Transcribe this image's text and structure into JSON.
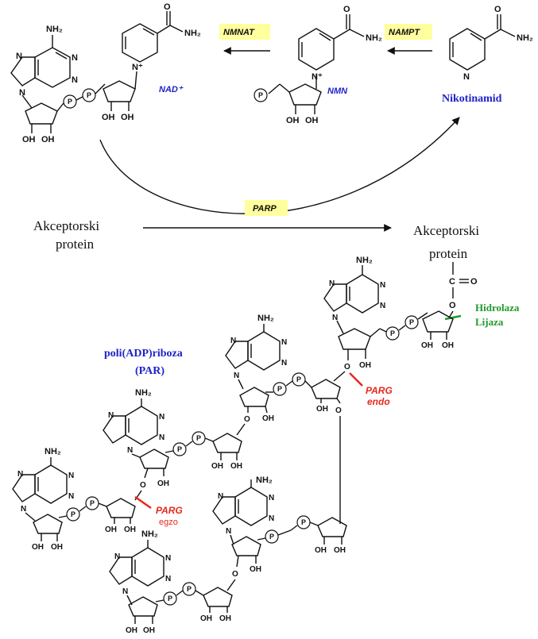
{
  "enzymes": {
    "nmnat": "NMNAT",
    "nampt": "NAMPT",
    "parp": "PARP"
  },
  "molecules": {
    "nad": "NAD⁺",
    "nmn": "NMN",
    "nicotinamide": "Nikotinamid"
  },
  "acceptor": {
    "left_line1": "Akceptorski",
    "left_line2": "protein",
    "right_line1": "Akceptorski",
    "right_line2": "protein"
  },
  "par": {
    "line1": "poli(ADP)riboza",
    "line2": "(PAR)"
  },
  "cleavage": {
    "parg_endo_1": "PARG",
    "parg_endo_2": "endo",
    "parg_exo_1": "PARG",
    "parg_exo_2": "egzo",
    "hydrolase": "Hidrolaza",
    "lyase": "Lijaza"
  },
  "atoms": {
    "nh2": "NH₂",
    "n": "N",
    "o": "O",
    "oh": "OH",
    "p": "P",
    "c": "C",
    "n_plus": "N⁺"
  },
  "colors": {
    "enzyme_bg": "#ffff9e",
    "blue": "#1f22c8",
    "red": "#e8281c",
    "green": "#1f9a2c"
  }
}
